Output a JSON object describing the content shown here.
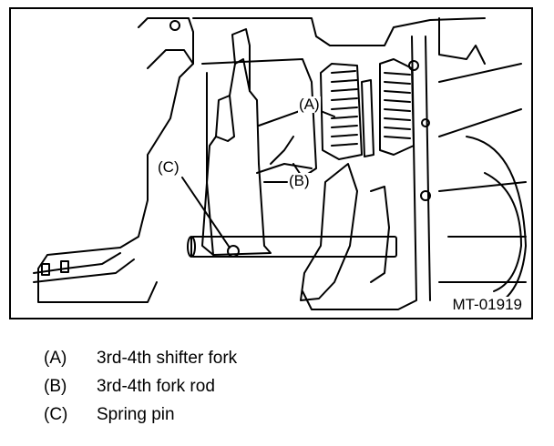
{
  "figure": {
    "id": "MT-01919",
    "callouts": {
      "a": "(A)",
      "b": "(B)",
      "c": "(C)"
    }
  },
  "legend": [
    {
      "key": "(A)",
      "text": "3rd-4th shifter fork"
    },
    {
      "key": "(B)",
      "text": "3rd-4th fork rod"
    },
    {
      "key": "(C)",
      "text": "Spring pin"
    }
  ],
  "colors": {
    "line": "#000000",
    "background": "#ffffff"
  }
}
